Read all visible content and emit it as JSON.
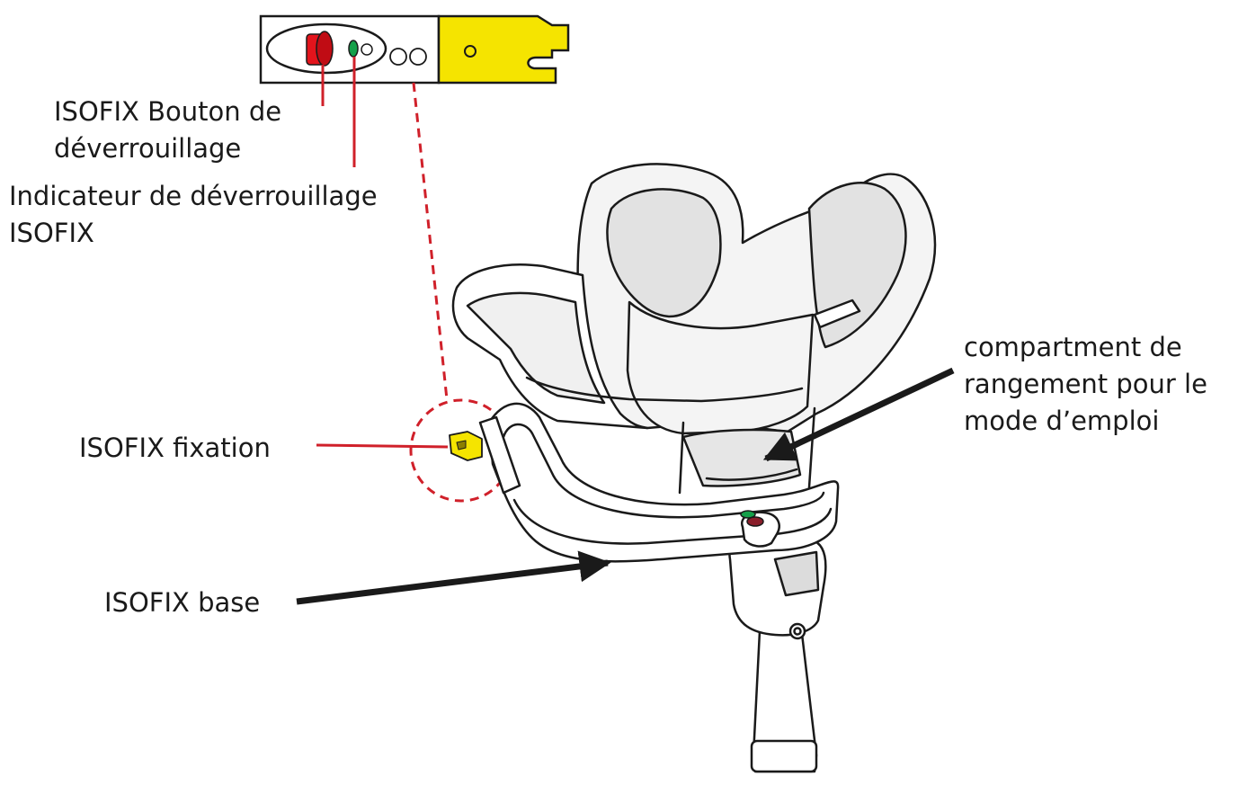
{
  "labels": {
    "release_button": {
      "line1": "ISOFIX Bouton de",
      "line2": "déverrouillage"
    },
    "release_indicator": {
      "line1": "Indicateur de déverrouillage",
      "line2": "ISOFIX"
    },
    "fixation": "ISOFIX fixation",
    "storage_compartment": {
      "line1": "compartment de",
      "line2": "rangement pour le",
      "line3": "mode d’emploi"
    },
    "base": "ISOFIX base"
  },
  "colors": {
    "outline": "#1a1a1a",
    "leader_red": "#d0202a",
    "release_button": "#e3141c",
    "release_indicator": "#15a04a",
    "isofix_connector": "#f5e400",
    "seat_shell": "#f4f4f4",
    "seat_inner": "#e2e2e2"
  }
}
